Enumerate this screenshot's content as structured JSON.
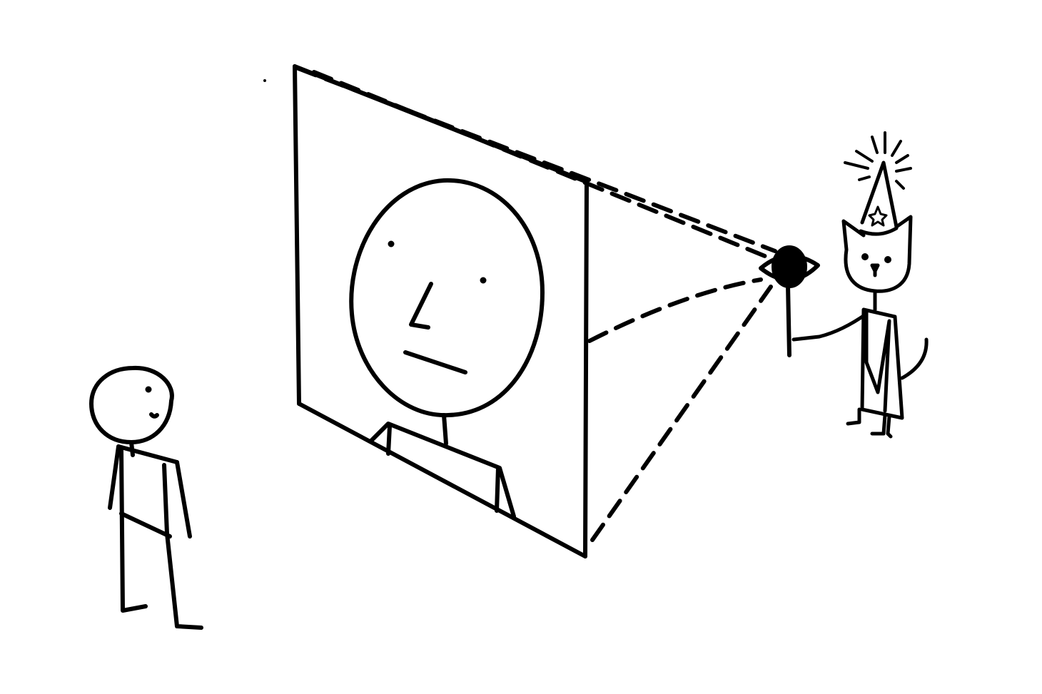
{
  "scene": {
    "background": "#ffffff",
    "ink": "#000000",
    "elements": [
      "viewer-stick-figure",
      "picture-frame",
      "portrait-face",
      "projection-rays",
      "eye-on-stick",
      "cat-wizard"
    ]
  }
}
